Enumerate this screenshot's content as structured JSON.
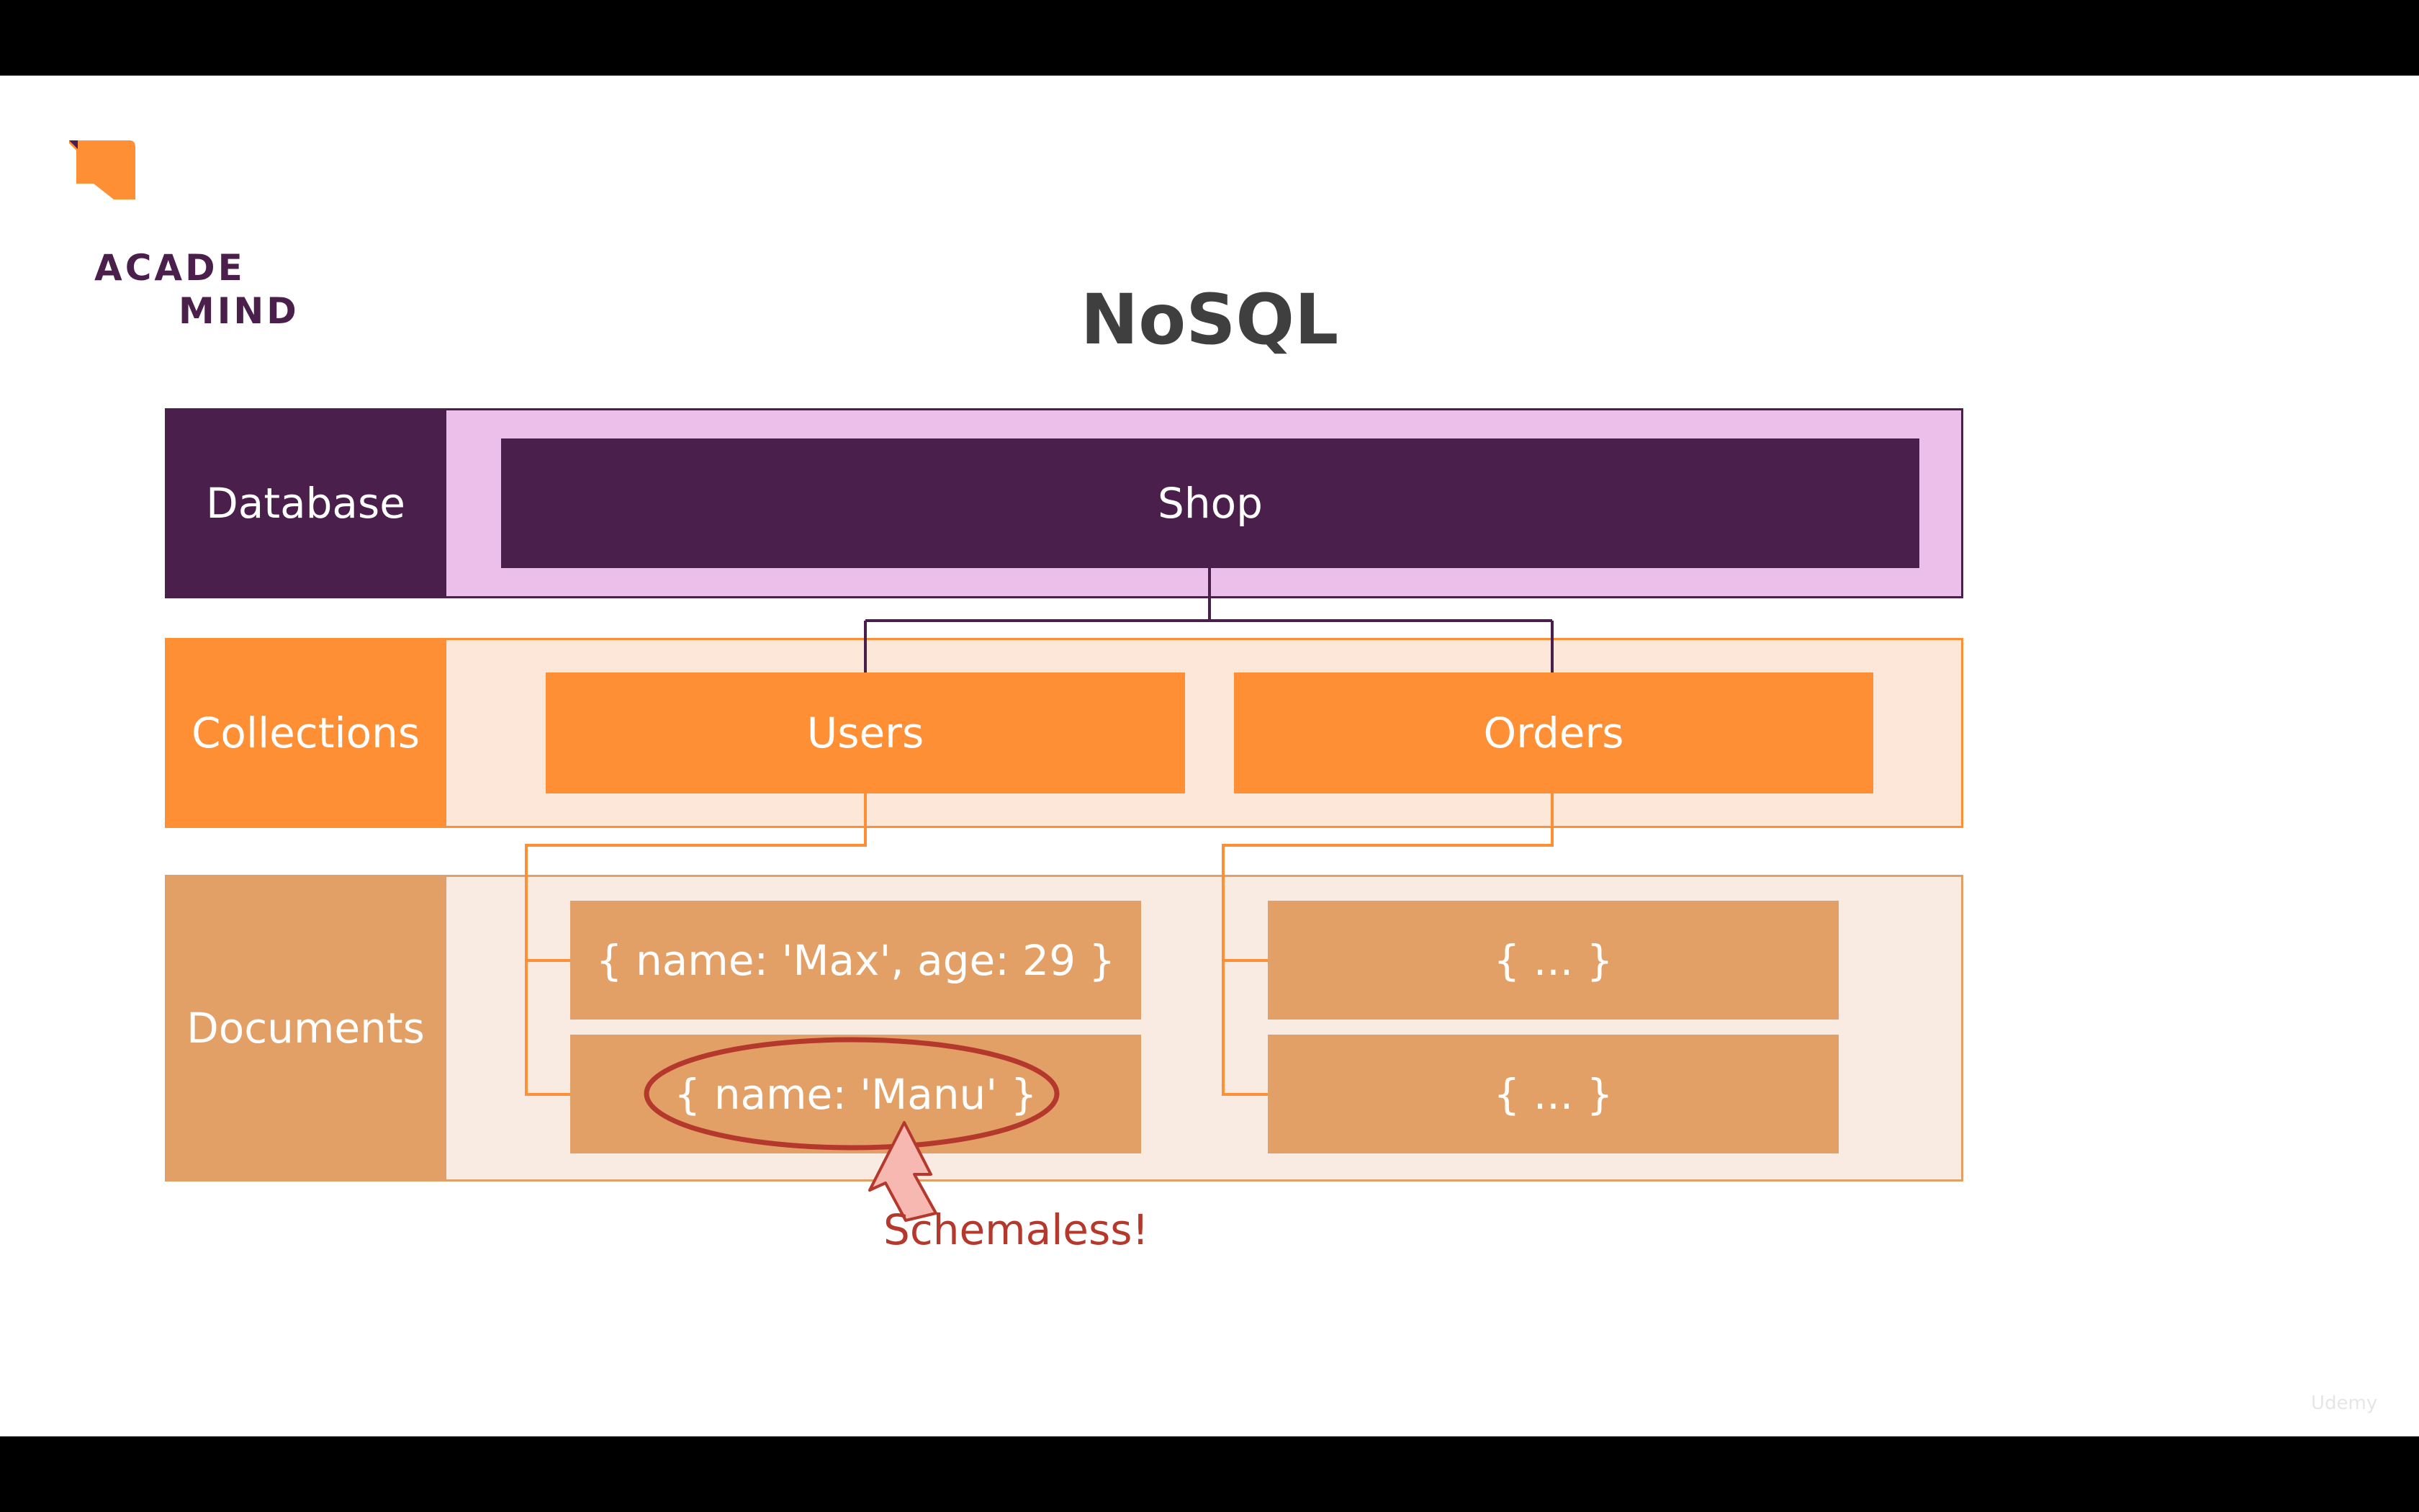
{
  "logo": {
    "line1": "ACADE",
    "line2": "MIND"
  },
  "title": "NoSQL",
  "rows": {
    "database": {
      "label": "Database",
      "item": "Shop"
    },
    "collections": {
      "label": "Collections",
      "items": [
        "Users",
        "Orders"
      ]
    },
    "documents": {
      "label": "Documents",
      "users_docs": [
        "{ name: 'Max', age: 29 }",
        "{ name: 'Manu' }"
      ],
      "orders_docs": [
        "{ ... }",
        "{ ... }"
      ]
    }
  },
  "annotation": {
    "text": "Schemaless!",
    "color": "#b5382c"
  },
  "watermark": "Udemy",
  "colors": {
    "database_dark": "#4b1f4b",
    "database_light": "#ebbfe9",
    "collections_orange": "#ff8f35",
    "collections_light": "#fde7d8",
    "documents_tan": "#e3a066",
    "documents_light": "#f9ebe1"
  }
}
